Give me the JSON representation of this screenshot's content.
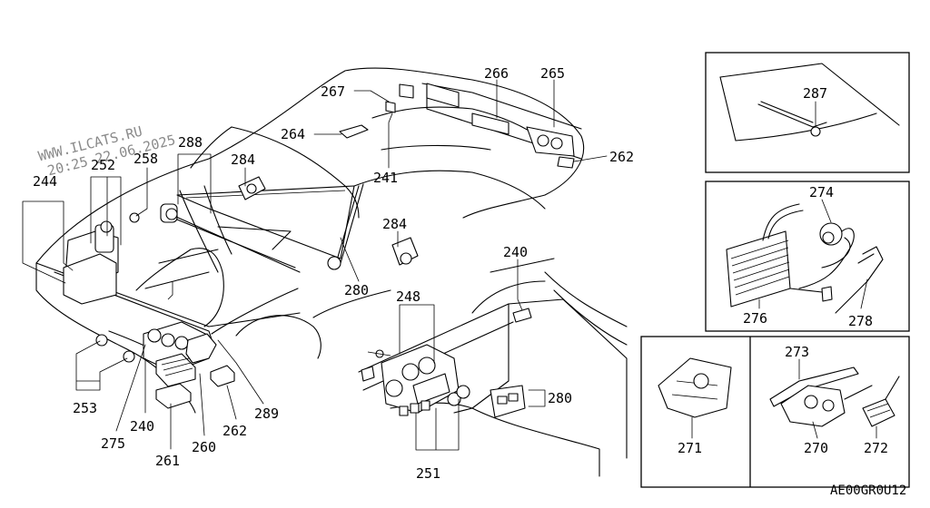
{
  "watermark": {
    "line1": "WWW.ILCATS.RU",
    "line2": "20:25 22.06.2025"
  },
  "diagram_code": "AE00GR0U12",
  "callouts": {
    "c244": "244",
    "c252": "252",
    "c258": "258",
    "c288": "288",
    "c267": "267",
    "c266": "266",
    "c265": "265",
    "c264": "264",
    "c284a": "284",
    "c241": "241",
    "c262a": "262",
    "c284b": "284",
    "c280a": "280",
    "c240a": "240",
    "c248": "248",
    "c280b": "280",
    "c253": "253",
    "c275": "275",
    "c240b": "240",
    "c261": "261",
    "c260": "260",
    "c262b": "262",
    "c289": "289",
    "c251": "251",
    "c287": "287",
    "c274": "274",
    "c276": "276",
    "c278": "278",
    "c273": "273",
    "c271": "271",
    "c270": "270",
    "c272": "272"
  }
}
